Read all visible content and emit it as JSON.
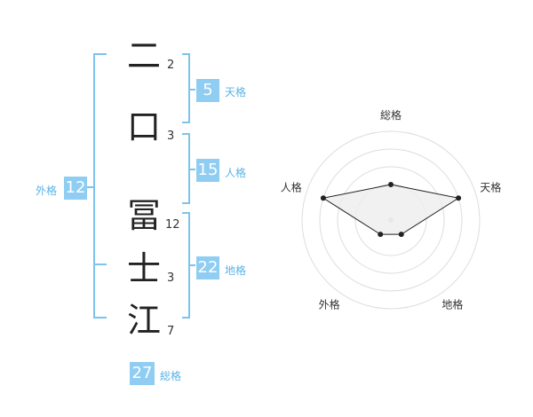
{
  "name": {
    "chars": [
      {
        "char": "二",
        "strokes": "2"
      },
      {
        "char": "口",
        "strokes": "3"
      },
      {
        "char": "冨",
        "strokes": "12"
      },
      {
        "char": "士",
        "strokes": "3"
      },
      {
        "char": "江",
        "strokes": "7"
      }
    ]
  },
  "fortune": {
    "tenkaku": {
      "value": "5",
      "label": "天格"
    },
    "jinkaku": {
      "value": "15",
      "label": "人格"
    },
    "chikaku": {
      "value": "22",
      "label": "地格"
    },
    "gaikaku": {
      "value": "12",
      "label": "外格"
    },
    "soukaku": {
      "value": "27",
      "label": "総格"
    }
  },
  "colors": {
    "accent": "#8fcdf3",
    "bracket": "#7cc3ee",
    "label": "#5ab3e6",
    "radar_fill": "#eeeeee"
  },
  "chart_data": {
    "type": "radar",
    "axes": [
      "総格",
      "天格",
      "地格",
      "外格",
      "人格"
    ],
    "values": [
      2,
      4,
      1,
      1,
      4
    ],
    "range": [
      0,
      5
    ],
    "rings": 4
  }
}
